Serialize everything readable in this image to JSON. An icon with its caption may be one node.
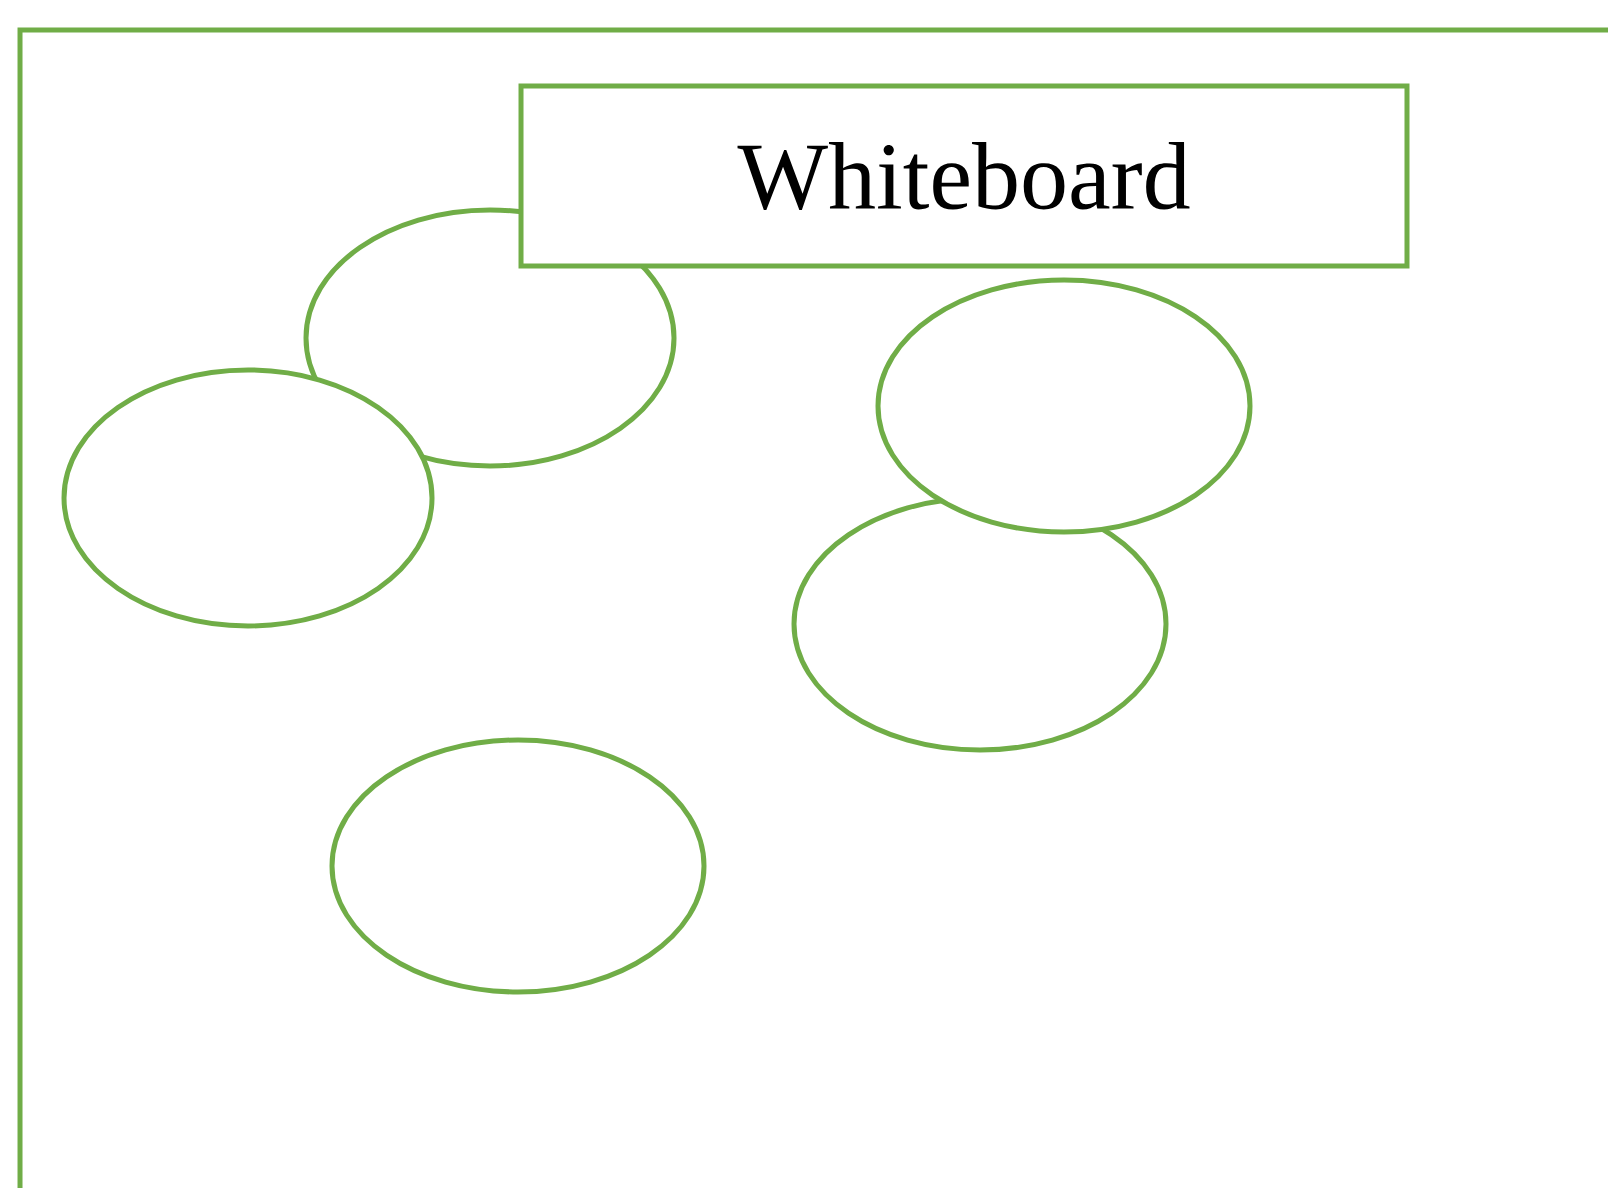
{
  "diagram": {
    "nodes": [
      {
        "text": [
          "Whiteboard"
        ]
      },
      {
        "text": [],
        "shape": "ellipse"
      },
      {
        "text": [],
        "shape": "ellipse"
      },
      {
        "text": [],
        "shape": "ellipse"
      },
      {
        "text": [],
        "shape": "ellipse"
      },
      {
        "text": [],
        "shape": "ellipse"
      }
    ]
  }
}
